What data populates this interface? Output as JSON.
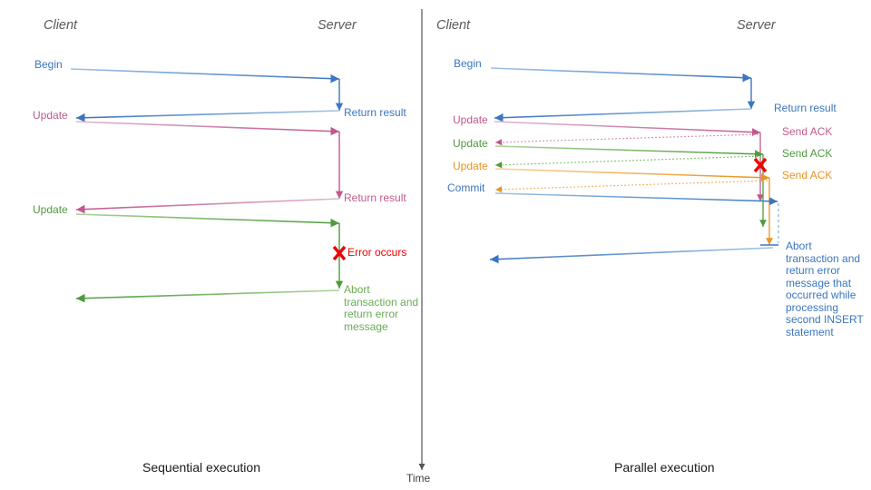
{
  "figure": {
    "title_left": "Sequential execution",
    "title_right": "Parallel execution",
    "time_axis_label": "Time"
  },
  "colors": {
    "blue": "#3b76c0",
    "blue_light": "#7aa9dd",
    "pink": "#c1598d",
    "pink_light": "#d995b8",
    "green": "#4f9a3e",
    "green_light": "#8dc47c",
    "orange": "#e8941f",
    "orange_light": "#f2b763",
    "red": "#ee0000",
    "gray": "#595959",
    "black": "#1a1a1a"
  },
  "left_panel": {
    "name": "Sequential execution",
    "actors": {
      "client": "Client",
      "server": "Server"
    },
    "client_labels": [
      {
        "text": "Begin",
        "color": "blue"
      },
      {
        "text": "Update",
        "color": "pink"
      },
      {
        "text": "Update",
        "color": "green"
      }
    ],
    "server_labels": [
      {
        "text": "Return result",
        "color": "blue"
      },
      {
        "text": "Return result",
        "color": "pink"
      },
      {
        "text": "Error occurs",
        "color": "red"
      },
      {
        "text": "Abort\ntransaction\nand return\nerror message",
        "color": "green"
      }
    ],
    "error_marker": "X"
  },
  "right_panel": {
    "name": "Parallel execution",
    "actors": {
      "client": "Client",
      "server": "Server"
    },
    "client_labels": [
      {
        "text": "Begin",
        "color": "blue"
      },
      {
        "text": "Update",
        "color": "pink"
      },
      {
        "text": "Update",
        "color": "green"
      },
      {
        "text": "Update",
        "color": "orange"
      },
      {
        "text": "Commit",
        "color": "blue"
      }
    ],
    "server_labels": [
      {
        "text": "Return result",
        "color": "blue"
      },
      {
        "text": "Send ACK",
        "color": "pink"
      },
      {
        "text": "Send ACK",
        "color": "green"
      },
      {
        "text": "Send ACK",
        "color": "orange"
      },
      {
        "text": "Abort\ntransaction\nand return\nerror message\nthat occurred\nwhile\nprocessing\nsecond\nINSERT\nstatement",
        "color": "blue"
      }
    ],
    "error_marker": "X"
  }
}
